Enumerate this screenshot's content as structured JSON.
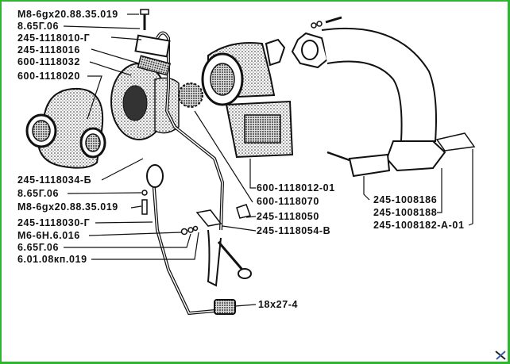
{
  "diagram": {
    "subject": "Turbocharger installation exploded view",
    "border_color": "#2fb52f",
    "labels_left": [
      "M8-6gx20.88.35.019",
      "8.65Г.06",
      "245-1118010-Г",
      "245-1118016",
      "600-1118032",
      "600-1118020",
      "245-1118034-Б",
      "8.65Г.06",
      "M8-6gx20.88.35.019",
      "245-1118030-Г",
      "M6-6H.6.016",
      "6.65Г.06",
      "6.01.08кп.019"
    ],
    "labels_center": [
      "600-1118012-01",
      "600-1118070",
      "245-1118050",
      "245-1118054-B",
      "18x27-4"
    ],
    "labels_right": [
      "245-1008186",
      "245-1008188",
      "245-1008182-A-01"
    ],
    "corner_icon": "tools-icon"
  }
}
